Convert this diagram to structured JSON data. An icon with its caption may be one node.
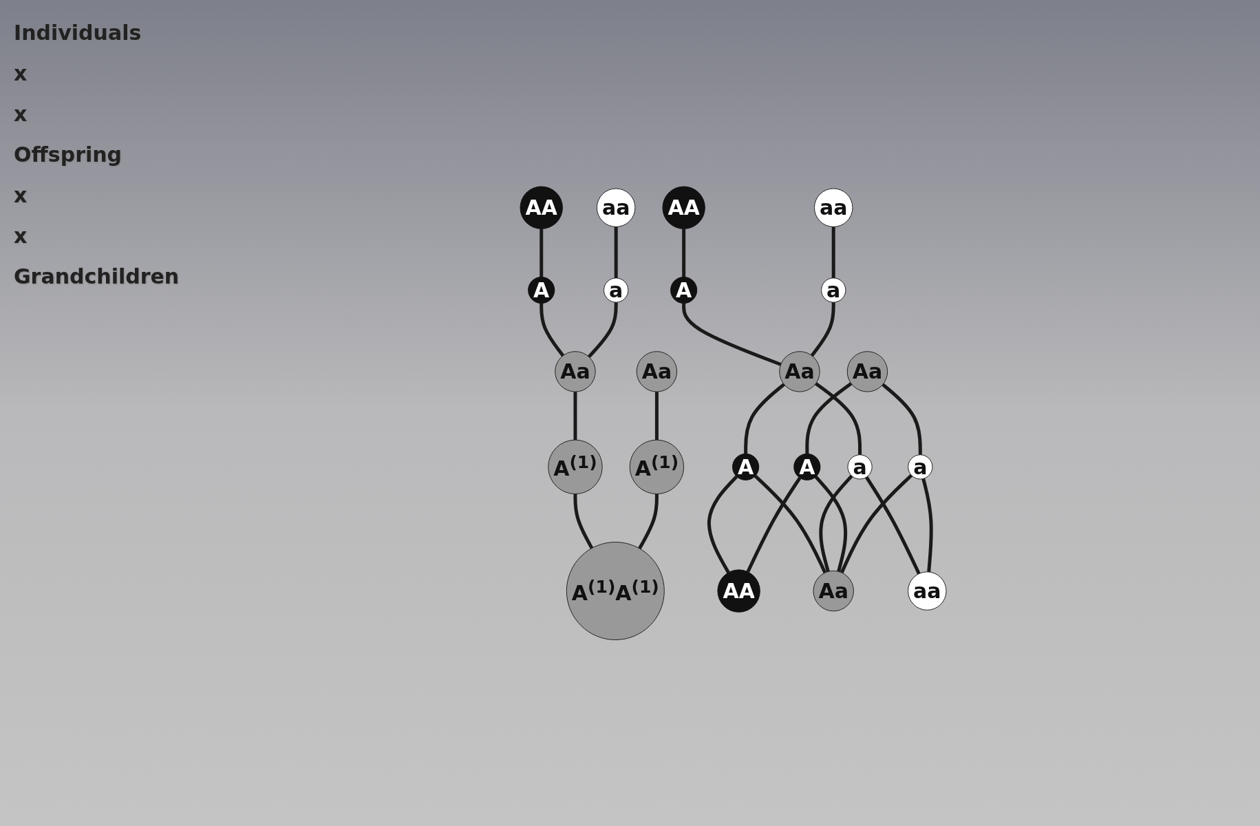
{
  "diagram": {
    "nodes": [
      {
        "text": [
          "AA"
        ]
      },
      {
        "text": [
          "aa"
        ]
      },
      {
        "text": [
          "A"
        ]
      },
      {
        "text": [
          "a"
        ]
      },
      {
        "text": [
          "Aa"
        ]
      },
      {
        "text": [
          "Aa"
        ]
      },
      {
        "text": [
          "A$^{(1)}$"
        ]
      },
      {
        "text": [
          "A$^{(1)}$"
        ]
      },
      {
        "text": [
          "A$^{(1)}$A$^{(1)}$"
        ]
      },
      {
        "text": [
          "AA"
        ]
      },
      {
        "text": [
          "aa"
        ]
      },
      {
        "text": [
          "A"
        ]
      },
      {
        "text": [
          "a"
        ]
      },
      {
        "text": [
          "Aa"
        ]
      },
      {
        "text": [
          "Aa"
        ]
      },
      {
        "text": [
          "A"
        ]
      },
      {
        "text": [
          "a"
        ]
      },
      {
        "text": [
          "A"
        ]
      },
      {
        "text": [
          "a"
        ]
      },
      {
        "text": [
          "AA"
        ]
      },
      {
        "text": [
          "Aa"
        ]
      },
      {
        "text": [
          "aa"
        ]
      }
    ],
    "edges": [
      {
        "from": 0,
        "to": 2,
        "arrow": "none"
      },
      {
        "from": 1,
        "to": 3,
        "arrow": "none"
      },
      {
        "from": 2,
        "to": 4,
        "arrow": "none"
      },
      {
        "from": 3,
        "to": 4,
        "arrow": "none"
      },
      {
        "from": 4,
        "to": 6,
        "arrow": "none"
      },
      {
        "from": 5,
        "to": 7,
        "arrow": "none"
      },
      {
        "from": 6,
        "to": 8,
        "arrow": "none"
      },
      {
        "from": 7,
        "to": 8,
        "arrow": "none"
      },
      {
        "from": 9,
        "to": 11,
        "arrow": "none"
      },
      {
        "from": 10,
        "to": 12,
        "arrow": "none"
      },
      {
        "from": 11,
        "to": 13,
        "arrow": "none"
      },
      {
        "from": 12,
        "to": 13,
        "arrow": "none"
      },
      {
        "from": 13,
        "to": 15,
        "arrow": "none"
      },
      {
        "from": 13,
        "to": 16,
        "arrow": "none"
      },
      {
        "from": 14,
        "to": 17,
        "arrow": "none"
      },
      {
        "from": 14,
        "to": 18,
        "arrow": "none"
      },
      {
        "from": 15,
        "to": 19,
        "arrow": "none"
      },
      {
        "from": 15,
        "to": 20,
        "arrow": "none"
      },
      {
        "from": 16,
        "to": 20,
        "arrow": "none"
      },
      {
        "from": 16,
        "to": 21,
        "arrow": "none"
      },
      {
        "from": 17,
        "to": 19,
        "arrow": "none"
      },
      {
        "from": 17,
        "to": 20,
        "arrow": "none"
      },
      {
        "from": 18,
        "to": 20,
        "arrow": "none"
      },
      {
        "from": 18,
        "to": 21,
        "arrow": "none"
      }
    ],
    "labels": [
      "Individuals",
      "x",
      "x",
      "Offspring",
      "x",
      "x",
      "Grandchildren"
    ]
  }
}
